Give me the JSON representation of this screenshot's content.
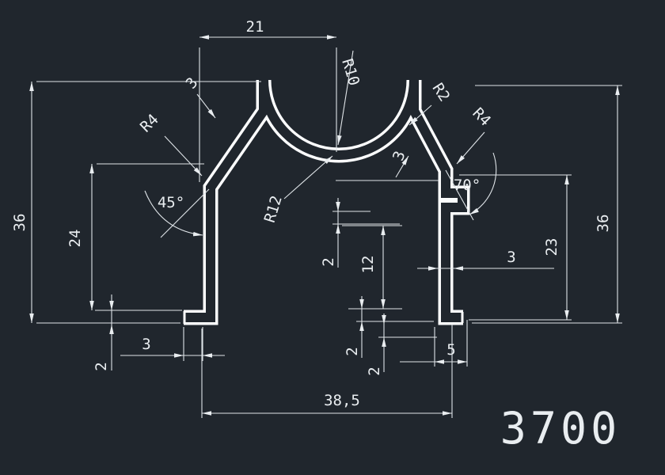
{
  "canvas": {
    "background": "#20262d",
    "profile_line_color": "#fbfcfd",
    "dimension_line_color": "#dfe4e8",
    "text_color": "#e9edf0"
  },
  "part": {
    "number": "3700"
  },
  "dimensions": {
    "slot_width": "21",
    "r_top": "R10",
    "r_lip": "R2",
    "r_left": "R4",
    "r_right": "R4",
    "r_channel": "R12",
    "t_top_left": "3",
    "t_right_slope": "3",
    "t_right_leg": "3",
    "t_left_foot_w": "3",
    "a_left": "45°",
    "a_right": "70°",
    "h_left": "36",
    "h_right": "36",
    "h_left_leg": "24",
    "h_right_leg": "23",
    "h_inner": "12",
    "t2_mid": "2",
    "t2_bottom_a": "2",
    "t2_bottom_b": "2",
    "t2_left_foot": "2",
    "w_right_foot": "5",
    "overall_width": "38,5"
  }
}
